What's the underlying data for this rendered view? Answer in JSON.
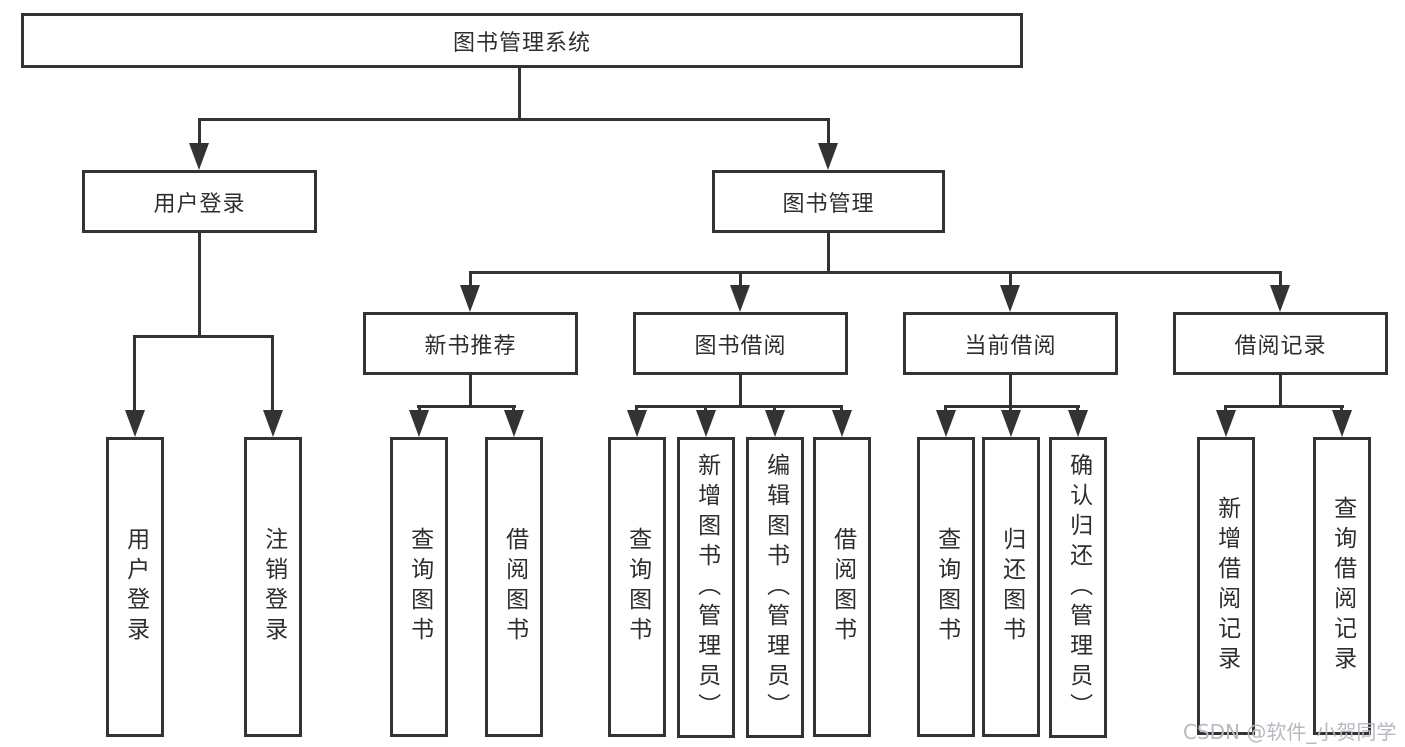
{
  "diagram": {
    "type": "hierarchy-tree",
    "root": {
      "label": "图书管理系统"
    },
    "level2": [
      {
        "label": "用户登录"
      },
      {
        "label": "图书管理"
      }
    ],
    "level3": [
      {
        "label": "新书推荐"
      },
      {
        "label": "图书借阅"
      },
      {
        "label": "当前借阅"
      },
      {
        "label": "借阅记录"
      }
    ],
    "leaves": [
      {
        "label": "用户登录",
        "parent": "用户登录"
      },
      {
        "label": "注销登录",
        "parent": "用户登录"
      },
      {
        "label": "查询图书",
        "parent": "新书推荐"
      },
      {
        "label": "借阅图书",
        "parent": "新书推荐"
      },
      {
        "label": "查询图书",
        "parent": "图书借阅"
      },
      {
        "label": "新增图书（管理员）",
        "parent": "图书借阅"
      },
      {
        "label": "编辑图书（管理员）",
        "parent": "图书借阅"
      },
      {
        "label": "借阅图书",
        "parent": "图书借阅"
      },
      {
        "label": "查询图书",
        "parent": "当前借阅"
      },
      {
        "label": "归还图书",
        "parent": "当前借阅"
      },
      {
        "label": "确认归还（管理员）",
        "parent": "当前借阅"
      },
      {
        "label": "新增借阅记录",
        "parent": "借阅记录"
      },
      {
        "label": "查询借阅记录",
        "parent": "借阅记录"
      }
    ],
    "watermark": "CSDN @软件_小贺同学",
    "colors": {
      "line": "#333333",
      "text": "#2e2e2e",
      "background": "#ffffff",
      "watermark": "#b4bac0"
    }
  }
}
